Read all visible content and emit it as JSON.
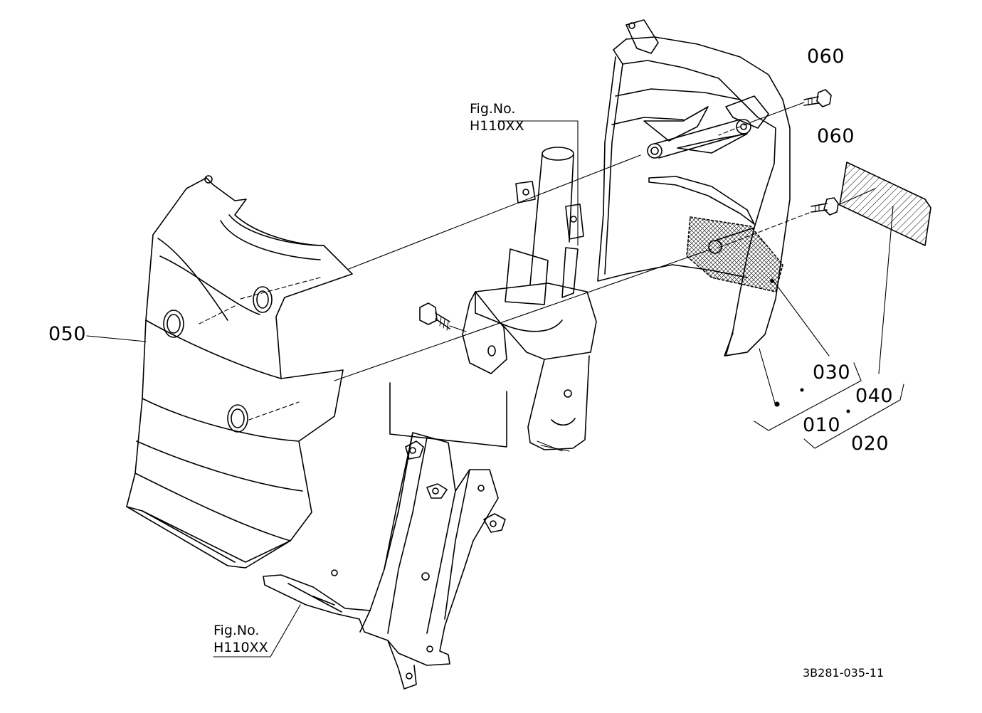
{
  "diagram": {
    "part_labels": {
      "p050": "050",
      "p060a": "060",
      "p060b": "060",
      "p030": "030",
      "p040": "040",
      "p010": "010",
      "p020": "020"
    },
    "figure_refs": {
      "top": {
        "line1": "Fig.No.",
        "line2": "H110XX"
      },
      "bottom": {
        "line1": "Fig.No.",
        "line2": "H110XX"
      }
    },
    "drawing_code": "3B281-035-11",
    "line_color": "#000000",
    "background_color": "#ffffff"
  }
}
